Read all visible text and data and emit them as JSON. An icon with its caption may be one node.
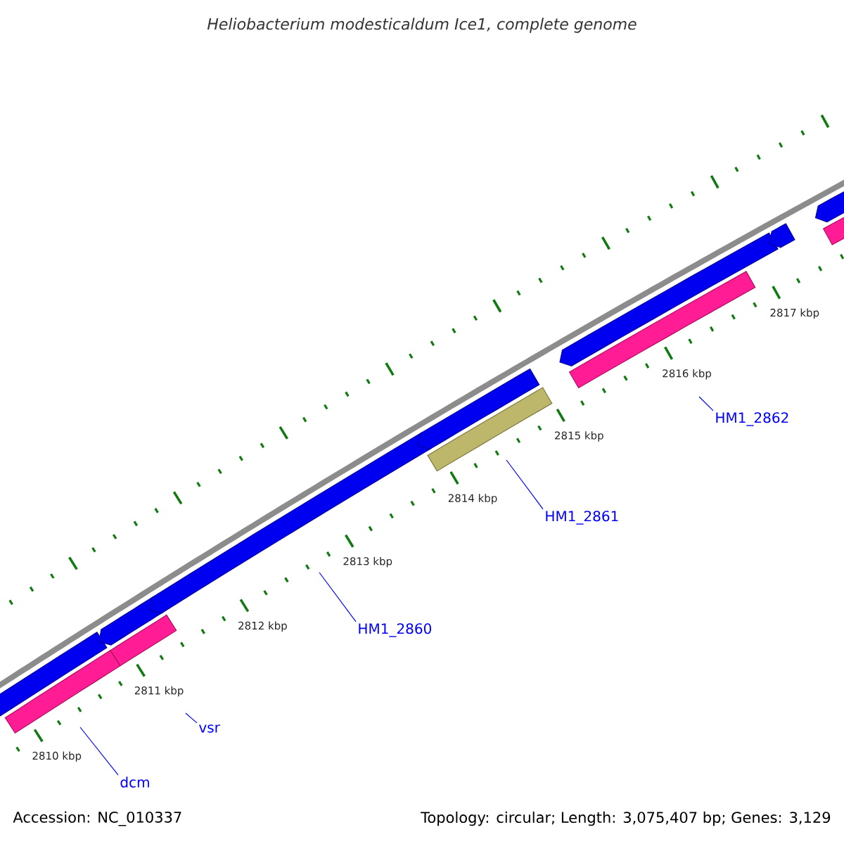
{
  "diagram": {
    "title": "Heliobacterium modesticaldum Ice1, complete genome",
    "nodes": [
      {
        "text": [
          "dcm"
        ]
      },
      {
        "text": [
          "vsr"
        ]
      },
      {
        "text": [
          "HM1_2860"
        ]
      },
      {
        "text": [
          "HM1_2861"
        ]
      },
      {
        "text": [
          "HM1_2862"
        ]
      }
    ],
    "edges": [
      {
        "from": 0,
        "to": null,
        "arrow": "none"
      },
      {
        "from": 1,
        "to": null,
        "arrow": "none"
      },
      {
        "from": 2,
        "to": null,
        "arrow": "none"
      },
      {
        "from": 3,
        "to": null,
        "arrow": "none"
      },
      {
        "from": 4,
        "to": null,
        "arrow": "none"
      }
    ],
    "labels": [
      "2810 kbp",
      "2811 kbp",
      "2812 kbp",
      "2813 kbp",
      "2814 kbp",
      "2815 kbp",
      "2816 kbp",
      "2817 kbp",
      "Accession: NC_010337",
      "Topology: circular; Length: 3,075,407 bp; Genes: 3,129"
    ]
  }
}
